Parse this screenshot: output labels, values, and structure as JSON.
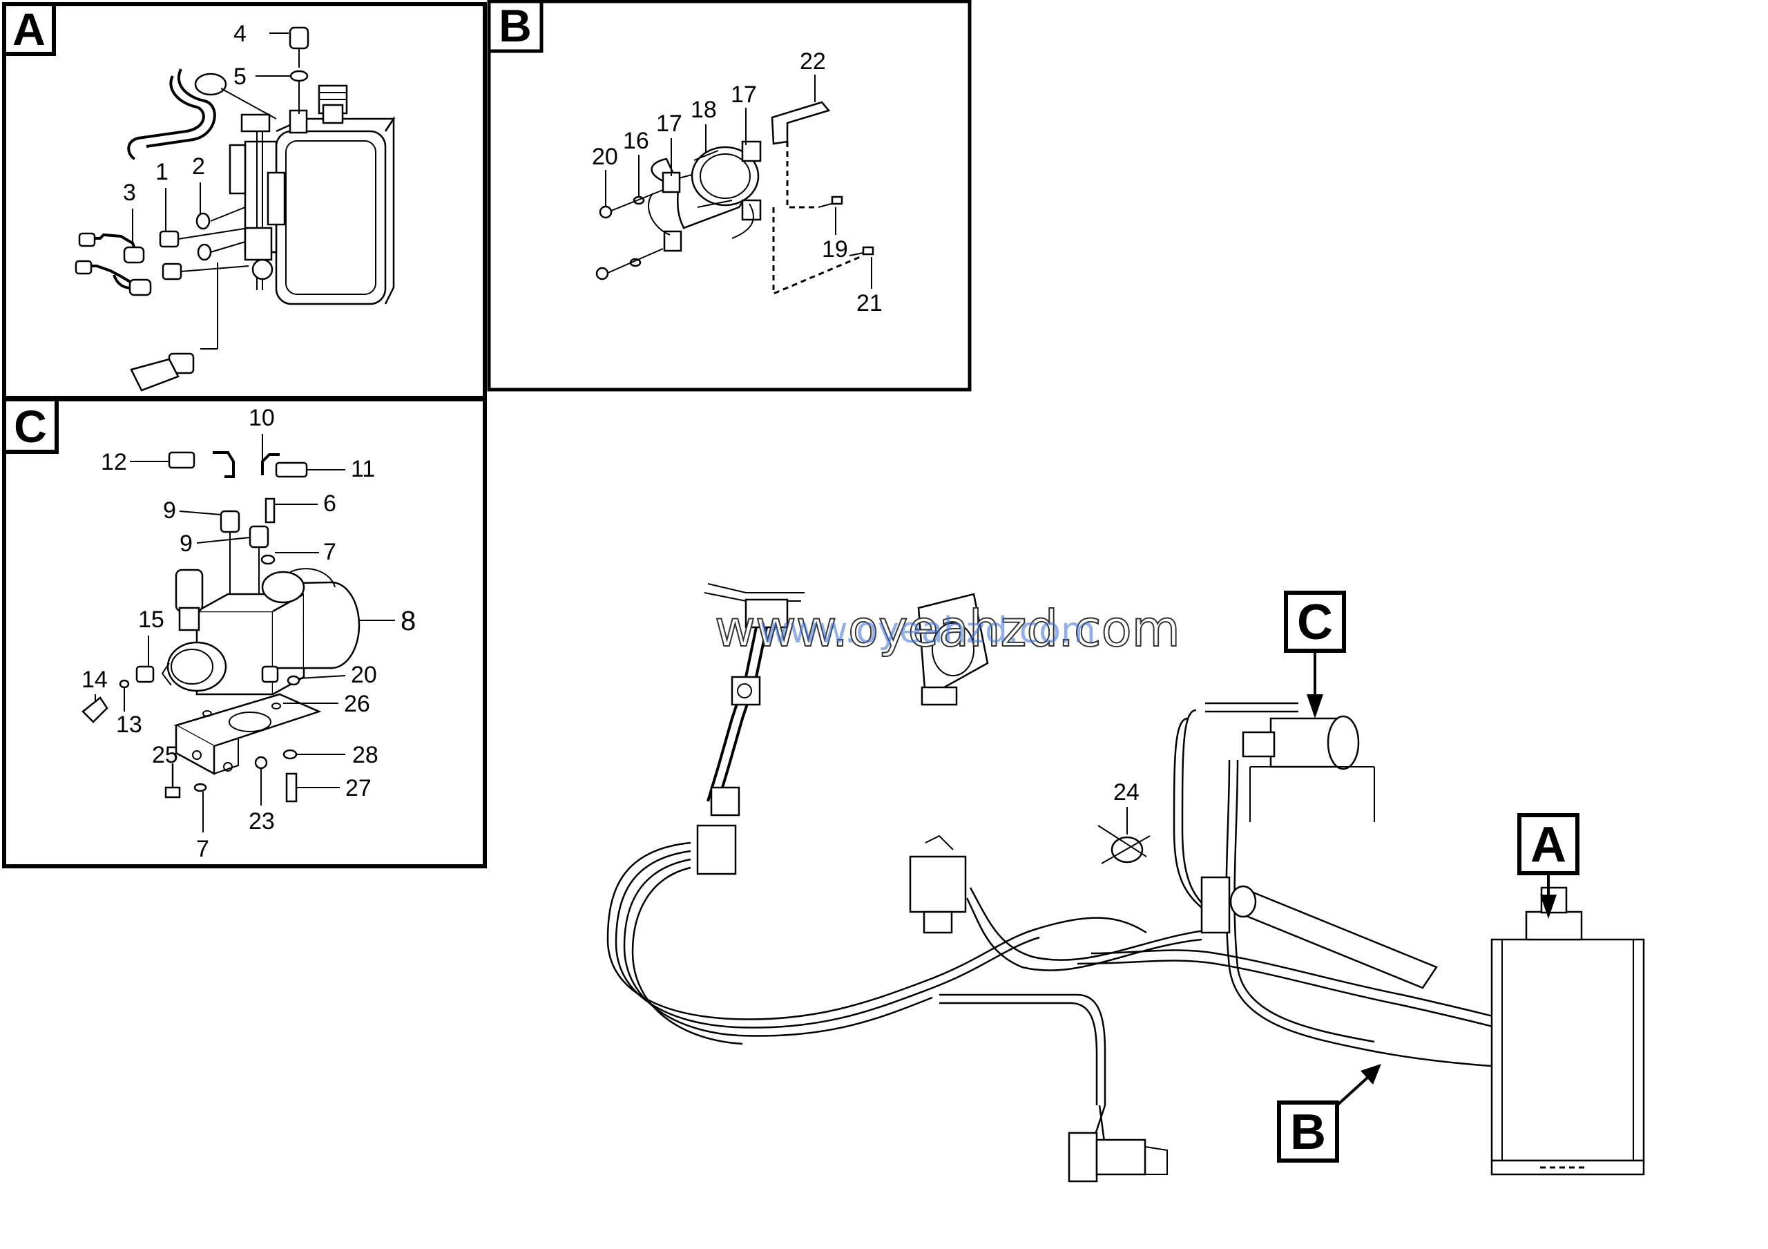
{
  "panels": {
    "A": {
      "label": "A",
      "callouts": [
        {
          "n": "4"
        },
        {
          "n": "5"
        },
        {
          "n": "3"
        },
        {
          "n": "1"
        },
        {
          "n": "2"
        }
      ]
    },
    "B": {
      "label": "B",
      "callouts": [
        {
          "n": "22"
        },
        {
          "n": "17"
        },
        {
          "n": "18"
        },
        {
          "n": "17"
        },
        {
          "n": "16"
        },
        {
          "n": "20"
        },
        {
          "n": "19"
        },
        {
          "n": "21"
        }
      ]
    },
    "C": {
      "label": "C",
      "callouts": [
        {
          "n": "10"
        },
        {
          "n": "12"
        },
        {
          "n": "11"
        },
        {
          "n": "6"
        },
        {
          "n": "9"
        },
        {
          "n": "9"
        },
        {
          "n": "7"
        },
        {
          "n": "8"
        },
        {
          "n": "15"
        },
        {
          "n": "20"
        },
        {
          "n": "14"
        },
        {
          "n": "26"
        },
        {
          "n": "13"
        },
        {
          "n": "25"
        },
        {
          "n": "28"
        },
        {
          "n": "27"
        },
        {
          "n": "23"
        },
        {
          "n": "7"
        }
      ]
    }
  },
  "overview": {
    "pointer_C": "C",
    "pointer_A": "A",
    "pointer_B": "B",
    "callout_24": "24"
  },
  "watermark": {
    "main": "www.oyeahzd.com",
    "overlay": "www.oyeahzd.com"
  }
}
